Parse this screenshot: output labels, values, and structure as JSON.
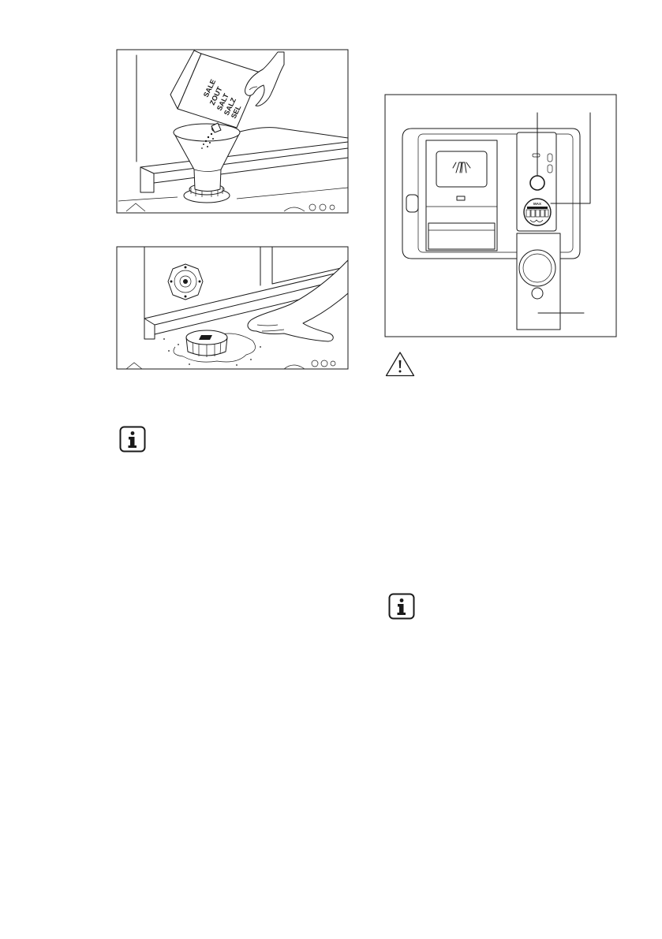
{
  "salt_box": {
    "lines": [
      "SALE",
      "ZOUT",
      "SALT",
      "SALZ",
      "SEL"
    ]
  },
  "dispenser": {
    "dial_label": "MAX"
  },
  "icons": {
    "info_top": "info-icon",
    "warning": "warning-icon",
    "info_bottom": "info-icon"
  }
}
